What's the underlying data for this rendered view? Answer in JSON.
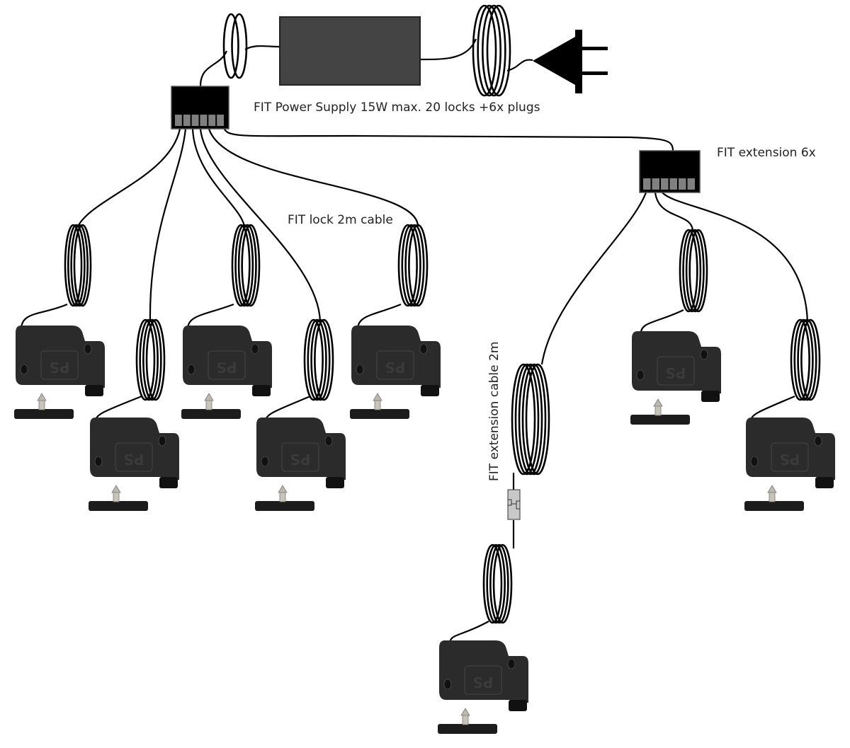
{
  "labels": {
    "power_supply": "FIT Power Supply 15W max. 20 locks +6x plugs",
    "extension": "FIT extension 6x",
    "lock_cable": "FIT lock 2m cable",
    "extension_cable": "FIT extension cable 2m"
  },
  "lock_marking": "PS",
  "colors": {
    "power_supply": "#444444",
    "hub": "#000000",
    "hub_ports": "#808080",
    "lock_body": "#2b2b2b",
    "connector": "#c8c8c8"
  }
}
